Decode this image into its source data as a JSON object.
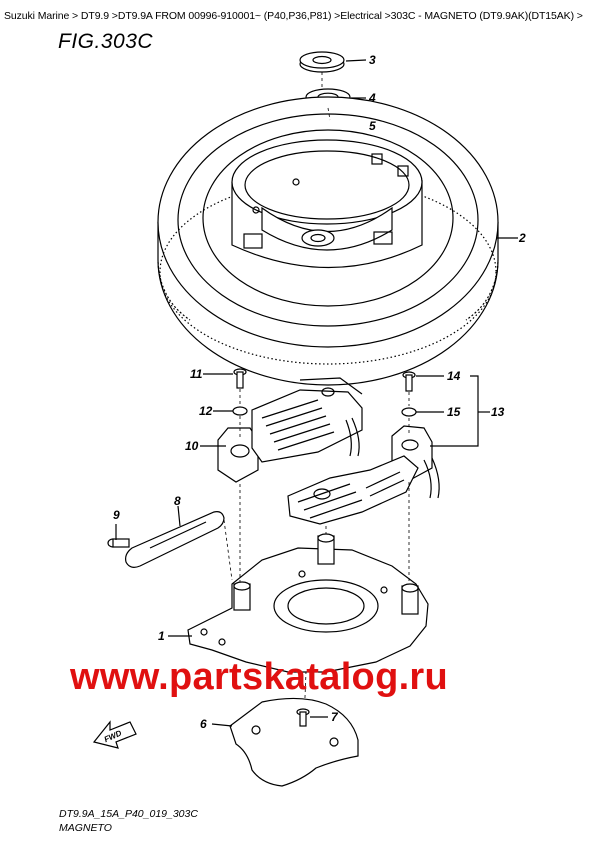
{
  "breadcrumb": "Suzuki Marine > DT9.9 >DT9.9A FROM 00996-910001~ (P40,P36,P81) >Electrical >303C - MAGNETO (DT9.9AK)(DT15AK) >",
  "figure_title": "FIG.303C",
  "callouts": {
    "c1": "1",
    "c2": "2",
    "c3": "3",
    "c4": "4",
    "c5": "5",
    "c6": "6",
    "c7": "7",
    "c8": "8",
    "c9": "9",
    "c10": "10",
    "c11": "11",
    "c12": "12",
    "c13": "13",
    "c14": "14",
    "c15": "15"
  },
  "fwd_label": "FWD",
  "watermark": "www.partskatalog.ru",
  "footer": {
    "code": "DT9.9A_15A_P40_019_303C",
    "name": "MAGNETO"
  }
}
